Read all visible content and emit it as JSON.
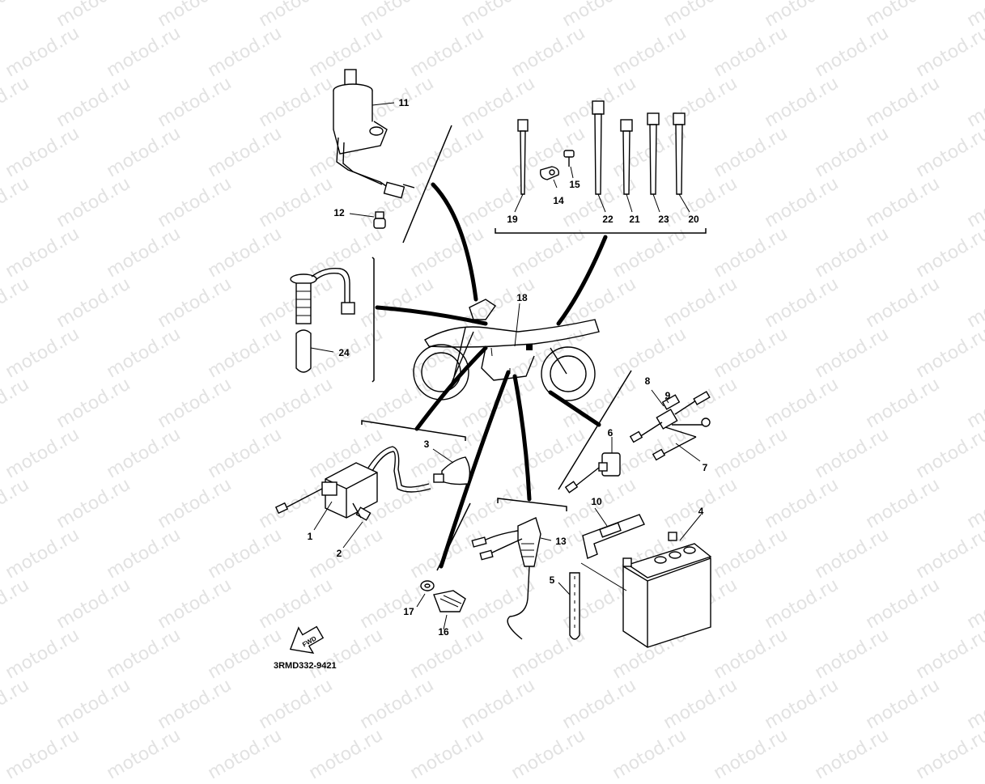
{
  "watermark": "motod.ru",
  "diagram_code": "3RMD332-9421",
  "fwd_label": "FWD",
  "callouts": {
    "c1": "1",
    "c2": "2",
    "c3": "3",
    "c4": "4",
    "c5": "5",
    "c6": "6",
    "c7": "7",
    "c8": "8",
    "c9": "9",
    "c10": "10",
    "c11": "11",
    "c12": "12",
    "c13": "13",
    "c14": "14",
    "c15": "15",
    "c16": "16",
    "c17": "17",
    "c18": "18",
    "c19": "19",
    "c20": "20",
    "c21": "21",
    "c22": "22",
    "c23": "23",
    "c24": "24"
  }
}
